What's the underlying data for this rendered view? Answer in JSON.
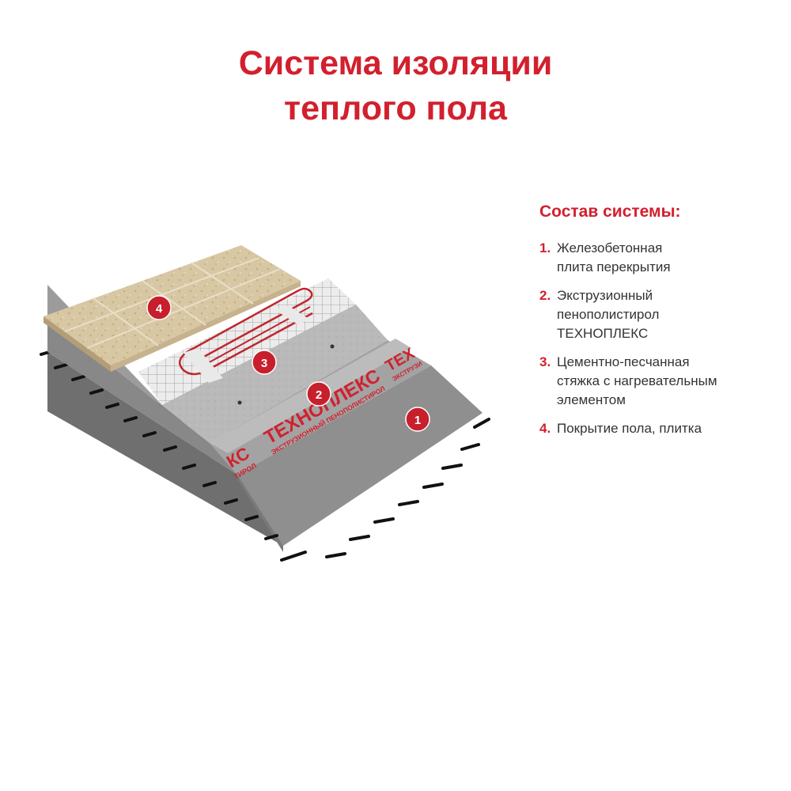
{
  "title": {
    "line1": "Система изоляции",
    "line2": "теплого пола"
  },
  "legend": {
    "title": "Состав системы:",
    "items": [
      {
        "num": "1.",
        "text": "Железобетонная\nплита перекрытия"
      },
      {
        "num": "2.",
        "text": "Экструзионный\nпенополистирол\nТЕХНОПЛЕКС"
      },
      {
        "num": "3.",
        "text": "Цементно-песчанная\nстяжка с нагревательным\nэлементом"
      },
      {
        "num": "4.",
        "text": "Покрытие пола, плитка"
      }
    ]
  },
  "markers": [
    "1",
    "2",
    "3",
    "4"
  ],
  "board_print": {
    "brand": "ТЕХНОПЛЕКС",
    "subtitle": "ЭКСТРУЗИОННЫЙ ПЕНОПОЛИСТИРОЛ",
    "brand_left_fragment": "КС",
    "subtitle_left_fragment": "ТИРОЛ",
    "brand_right_fragment": "ТЕХ",
    "subtitle_right_fragment": "ЭКСТРУЗИ"
  },
  "colors": {
    "accent": "#d2202e",
    "text": "#333333",
    "concrete": "#8c8c8c",
    "board": "#9a9a9a",
    "screed": "#b4b4b4",
    "tile": "#d6c4a0"
  }
}
